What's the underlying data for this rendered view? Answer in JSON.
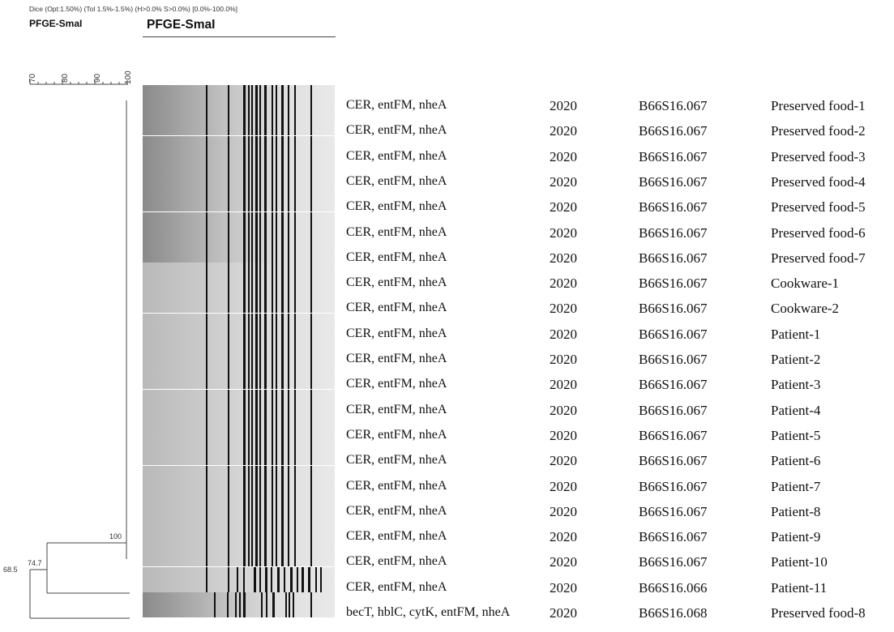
{
  "header": {
    "method_note": "Dice (Opt:1.50%) (Tol 1.5%-1.5%) (H>0.0% S>0.0%) [0.0%-100.0%]",
    "experiment_label": "PFGE-SmaI",
    "gel_label": "PFGE-SmaI"
  },
  "scale": {
    "ticks": [
      "70",
      "80",
      "90",
      "100"
    ]
  },
  "dendrogram": {
    "nodes": [
      "100",
      "74.7",
      "68.5"
    ]
  },
  "colors": {
    "band": "#111111",
    "lane_light": "#dedede",
    "lane_dark": "#8a8a8a"
  },
  "rows": [
    {
      "genes": "CER, entFM, nheA",
      "year": "2020",
      "pattern": "B66S16.067",
      "source": "Preserved food-1"
    },
    {
      "genes": "CER, entFM, nheA",
      "year": "2020",
      "pattern": "B66S16.067",
      "source": "Preserved food-2"
    },
    {
      "genes": "CER, entFM, nheA",
      "year": "2020",
      "pattern": "B66S16.067",
      "source": "Preserved food-3"
    },
    {
      "genes": "CER, entFM, nheA",
      "year": "2020",
      "pattern": "B66S16.067",
      "source": "Preserved food-4"
    },
    {
      "genes": "CER, entFM, nheA",
      "year": "2020",
      "pattern": "B66S16.067",
      "source": "Preserved food-5"
    },
    {
      "genes": "CER, entFM, nheA",
      "year": "2020",
      "pattern": "B66S16.067",
      "source": "Preserved food-6"
    },
    {
      "genes": "CER, entFM, nheA",
      "year": "2020",
      "pattern": "B66S16.067",
      "source": "Preserved food-7"
    },
    {
      "genes": "CER, entFM, nheA",
      "year": "2020",
      "pattern": "B66S16.067",
      "source": "Cookware-1"
    },
    {
      "genes": "CER, entFM, nheA",
      "year": "2020",
      "pattern": "B66S16.067",
      "source": "Cookware-2"
    },
    {
      "genes": "CER, entFM, nheA",
      "year": "2020",
      "pattern": "B66S16.067",
      "source": "Patient-1"
    },
    {
      "genes": "CER, entFM, nheA",
      "year": "2020",
      "pattern": "B66S16.067",
      "source": "Patient-2"
    },
    {
      "genes": "CER, entFM, nheA",
      "year": "2020",
      "pattern": "B66S16.067",
      "source": "Patient-3"
    },
    {
      "genes": "CER, entFM, nheA",
      "year": "2020",
      "pattern": "B66S16.067",
      "source": "Patient-4"
    },
    {
      "genes": "CER, entFM, nheA",
      "year": "2020",
      "pattern": "B66S16.067",
      "source": "Patient-5"
    },
    {
      "genes": "CER, entFM, nheA",
      "year": "2020",
      "pattern": "B66S16.067",
      "source": "Patient-6"
    },
    {
      "genes": "CER, entFM, nheA",
      "year": "2020",
      "pattern": "B66S16.067",
      "source": "Patient-7"
    },
    {
      "genes": "CER, entFM, nheA",
      "year": "2020",
      "pattern": "B66S16.067",
      "source": "Patient-8"
    },
    {
      "genes": "CER, entFM, nheA",
      "year": "2020",
      "pattern": "B66S16.067",
      "source": "Patient-9"
    },
    {
      "genes": "CER, entFM, nheA",
      "year": "2020",
      "pattern": "B66S16.067",
      "source": "Patient-10"
    },
    {
      "genes": "CER, entFM, nheA",
      "year": "2020",
      "pattern": "B66S16.066",
      "source": "Patient-11"
    },
    {
      "genes": "becT, hblC, cytK, entFM, nheA",
      "year": "2020",
      "pattern": "B66S16.068",
      "source": "Preserved food-8"
    }
  ]
}
